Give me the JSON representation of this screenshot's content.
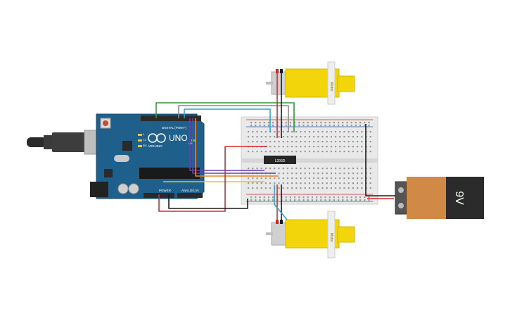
{
  "circuit": {
    "arduino": {
      "logo_text": "UNO",
      "brand_text": "ARDUINO",
      "digital_label": "DIGITAL (PWM~)",
      "power_label": "POWER",
      "analog_label": "ANALOG IN",
      "on_label": "ON",
      "tx_label": "TX",
      "rx_label": "RX",
      "l_label": "L"
    },
    "driver_chip": {
      "label": "L293D"
    },
    "battery": {
      "label": "9V"
    },
    "motor_top": {
      "label": "Motor"
    },
    "motor_bottom": {
      "label": "Motor"
    },
    "colors": {
      "board_blue": "#1f5f8b",
      "breadboard": "#e9e9e9",
      "motor_yellow": "#f2d60b",
      "battery_orange": "#d08a46",
      "battery_black": "#2b2b2b",
      "wire_red": "#d8262b",
      "wire_black": "#1a1a1a",
      "wire_green": "#2f9a3a",
      "wire_blue": "#2ba4d6",
      "wire_gray": "#8a8a8a",
      "wire_purple": "#6b3fb3",
      "wire_yellow": "#e0c62a",
      "wire_orange": "#e7862a"
    }
  }
}
